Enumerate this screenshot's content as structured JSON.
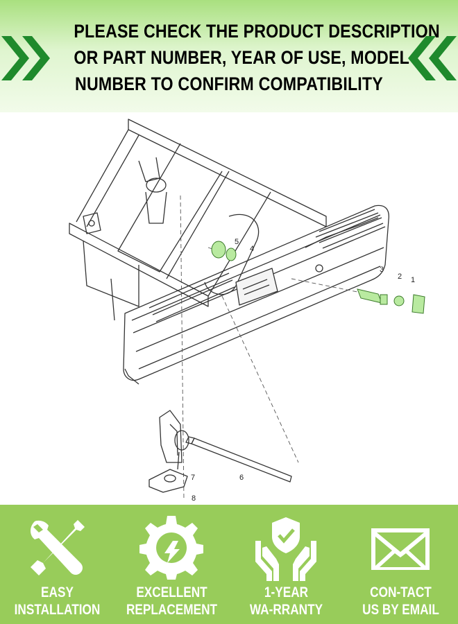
{
  "banner": {
    "lines": [
      "PLEASE CHECK THE PRODUCT DESCRIPTION",
      "OR PART NUMBER, YEAR OF USE, MODEL",
      "NUMBER TO CONFIRM COMPATIBILITY"
    ]
  },
  "diagram": {
    "callouts": [
      "1",
      "2",
      "3",
      "4",
      "5",
      "6",
      "7",
      "8"
    ]
  },
  "features": [
    {
      "icon": "wrench-screwdriver-icon",
      "line1": "EASY",
      "line2": "INSTALLATION"
    },
    {
      "icon": "gear-icon",
      "line1": "EXCELLENT",
      "line2": "REPLACEMENT"
    },
    {
      "icon": "shield-hands-icon",
      "line1": "1-YEAR",
      "line2": "WA-RRANTY"
    },
    {
      "icon": "envelope-icon",
      "line1": "CON-TACT",
      "line2": "US BY EMAIL"
    }
  ],
  "colors": {
    "accent_green": "#98cc5a",
    "chevron_green": "#1f8a2c",
    "highlight_part": "#b9eaa0"
  }
}
